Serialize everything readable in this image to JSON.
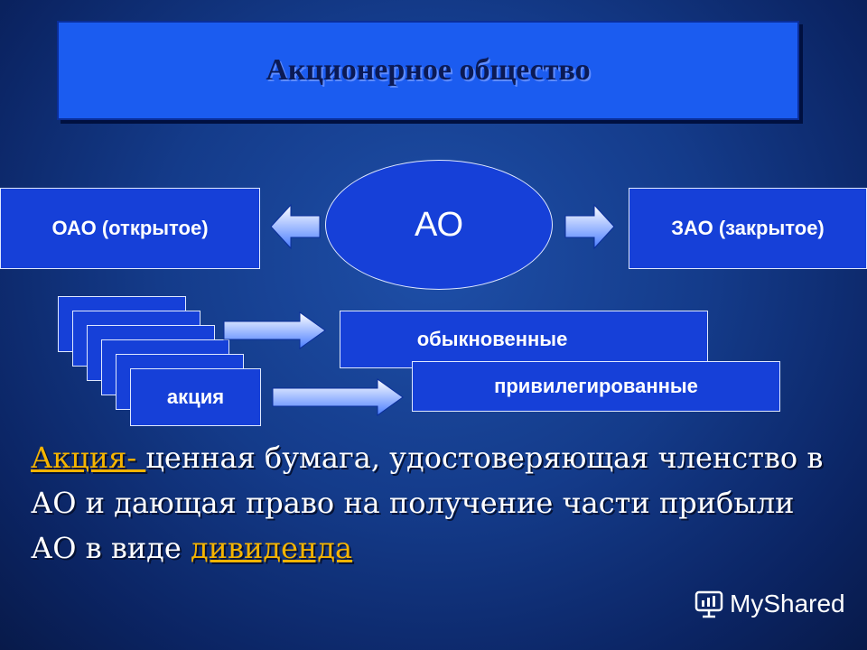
{
  "title": "Акционерное общество",
  "center": "АО",
  "left_box": "ОАО (открытое)",
  "right_box": "ЗАО (закрытое)",
  "share": "акция",
  "share_types": {
    "ordinary": "обыкновенные",
    "preferred": "привилегированные"
  },
  "definition": {
    "term": "Акция- ",
    "text": "ценная бумага, удостоверяющая членство в АО и дающая право на получение части прибыли  АО в виде ",
    "link": "дивиденда"
  },
  "watermark": "MyShared",
  "colors": {
    "box_fill": "#1640d8",
    "title_fill": "#1b5cf0",
    "accent_text": "#f5b400"
  }
}
